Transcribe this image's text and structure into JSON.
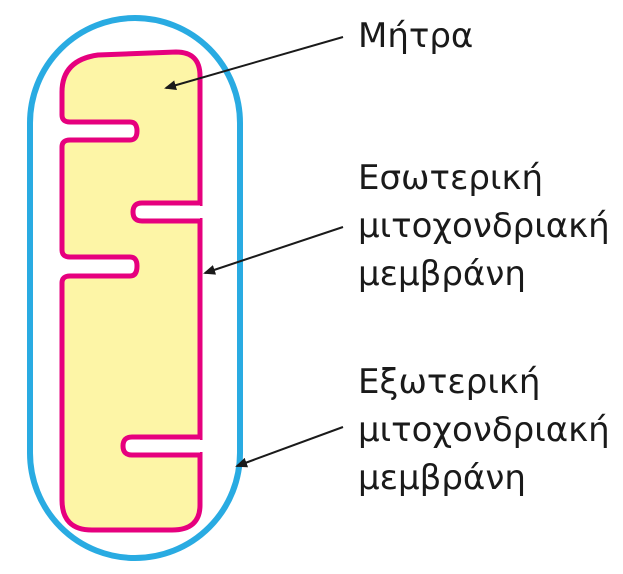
{
  "colors": {
    "outer_membrane": "#29abe2",
    "inner_membrane": "#e6007e",
    "matrix_fill": "#fdf5a6",
    "arrow": "#1a1a1a",
    "text": "#1a1a1a"
  },
  "labels": {
    "matrix": "Μήτρα",
    "inner_membrane": [
      "Εσωτερική",
      "μιτοχονδριακή",
      "μεμβράνη"
    ],
    "outer_membrane": [
      "Εξωτερική",
      "μιτοχονδριακή",
      "μεμβράνη"
    ]
  }
}
